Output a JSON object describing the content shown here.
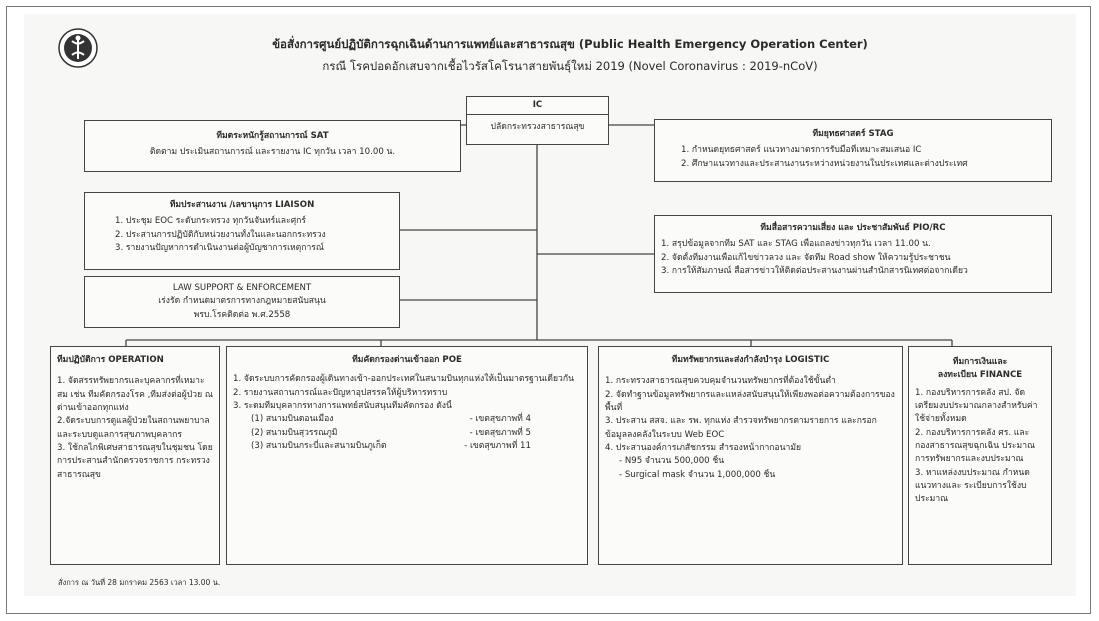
{
  "header": {
    "title_line1": "ข้อสั่งการศูนย์ปฏิบัติการฉุกเฉินด้านการแพทย์และสาธารณสุข (Public Health Emergency Operation Center)",
    "title_line2": "กรณี โรคปอดอักเสบจากเชื้อไวรัสโคโรนาสายพันธุ์ใหม่ 2019 (Novel Coronavirus : 2019-nCoV)"
  },
  "ic": {
    "label": "IC",
    "name": "ปลัดกระทรวงสาธารณสุข"
  },
  "sat": {
    "title": "ทีมตระหนักรู้สถานการณ์ SAT",
    "text": "ติดตาม ประเมินสถานการณ์ และรายงาน IC ทุกวัน เวลา 10.00 น."
  },
  "stag": {
    "title": "ทีมยุทธศาสตร์ STAG",
    "items": [
      "1. กำหนดยุทธศาสตร์ แนวทางมาตรการรับมือที่เหมาะสมเสนอ IC",
      "2. ศึกษาแนวทางและประสานงานระหว่างหน่วยงานในประเทศและต่างประเทศ"
    ]
  },
  "liaison": {
    "title": "ทีมประสานงาน /เลขานุการ LIAISON",
    "items": [
      "1. ประชุม EOC ระดับกระทรวง ทุกวันจันทร์และศุกร์",
      "2. ประสานการปฏิบัติกับหน่วยงานทั้งในและนอกกระทรวง",
      "3. รายงานปัญหาการดำเนินงานต่อผู้บัญชาการเหตุการณ์"
    ]
  },
  "law": {
    "title": "LAW SUPPORT & ENFORCEMENT",
    "line1": "เร่งรัด กำหนดมาตรการทางกฎหมายสนับสนุน",
    "line2": "พรบ.โรคติดต่อ พ.ศ.2558"
  },
  "pio": {
    "title": "ทีมสื่อสารความเสี่ยง และ ประชาสัมพันธ์ PIO/RC",
    "items": [
      "1. สรุปข้อมูลจากทีม SAT และ STAG เพื่อแถลงข่าวทุกวัน เวลา 11.00 น.",
      "2. จัดตั้งทีมงานเพื่อแก้ไขข่าวลวง และ จัดทีม Road show ให้ความรู้ประชาชน",
      "3. การให้สัมภาษณ์ สื่อสารข่าวให้ติดต่อประสานงานผ่านสำนักสารนิเทศต่อจากเดียว"
    ]
  },
  "operation": {
    "title": "ทีมปฏิบัติการ OPERATION",
    "items": [
      "1. จัดสรรทรัพยากรและบุคลากรที่เหมาะสม เช่น ทีมคัดกรองโรค ,ทีมส่งต่อผู้ป่วย ณ ด่านเข้าออกทุกแห่ง",
      "2.จัดระบบการดูแลผู้ป่วยในสถานพยาบาล และระบบดูแลการสุขภาพบุคลากร",
      "3. ใช้กลไกพิเศษสาธารณสุขในชุมชน โดยการประสานสำนักตรวจราชการ กระทรวงสาธารณสุข"
    ]
  },
  "poe": {
    "title": "ทีมคัดกรองด่านเข้าออก POE",
    "items": [
      "1. จัดระบบการคัดกรองผู้เดินทางเข้า-ออกประเทศในสนามบินทุกแห่งให้เป็นมาตรฐานเดียวกัน",
      "2. รายงานสถานการณ์และปัญหาอุปสรรคให้ผู้บริหารทราบ",
      "3. ระดมทีมบุคลากรทางการแพทย์สนับสนุนทีมคัดกรอง ดังนี้"
    ],
    "airports": [
      {
        "name": "(1) สนามบินดอนเมือง",
        "region": "- เขตสุขภาพที่ 4"
      },
      {
        "name": "(2) สนามบินสุวรรณภูมิ",
        "region": "- เขตสุขภาพที่ 5"
      },
      {
        "name": "(3) สนามบินกระบี่และสนามบินภูเก็ต",
        "region": "- เขตสุขภาพที่ 11"
      }
    ]
  },
  "logistic": {
    "title": "ทีมทรัพยากรและส่งกำลังบำรุง LOGISTIC",
    "items": [
      "1. กระทรวงสาธารณสุขควบคุมจำนวนทรัพยากรที่ต้องใช้ขั้นต่ำ",
      "2. จัดทำฐานข้อมูลทรัพยากรและแหล่งสนับสนุนให้เพียงพอต่อความต้องการของพื้นที่",
      "3. ประสาน สสจ. และ รพ. ทุกแห่ง สำรวจทรัพยากรตามรายการ และกรอกข้อมูลลงคลังในระบบ Web EOC",
      "4. ประสานองค์การเภสัชกรรม สำรองหน้ากากอนามัย"
    ],
    "masks": [
      "- N95 จำนวน 500,000 ชิ้น",
      "- Surgical mask จำนวน 1,000,000 ชิ้น"
    ]
  },
  "finance": {
    "title_line1": "ทีมการเงินและ",
    "title_line2": "ลงทะเบียน FINANCE",
    "items": [
      "1. กองบริหารการคลัง สป. จัดเตรียมงบประมาณกลางสำหรับค่าใช้จ่ายทั้งหมด",
      "2. กองบริหารการคลัง ศร. และ กองสาธารณสุขฉุกเฉิน ประมาณการทรัพยากรและงบประมาณ",
      "3. หาแหล่งงบประมาณ กำหนดแนวทางและ ระเบียบการใช้งบประมาณ"
    ]
  },
  "footnote": "สั่งการ ณ วันที่ 28 มกราคม 2563 เวลา 13.00 น."
}
